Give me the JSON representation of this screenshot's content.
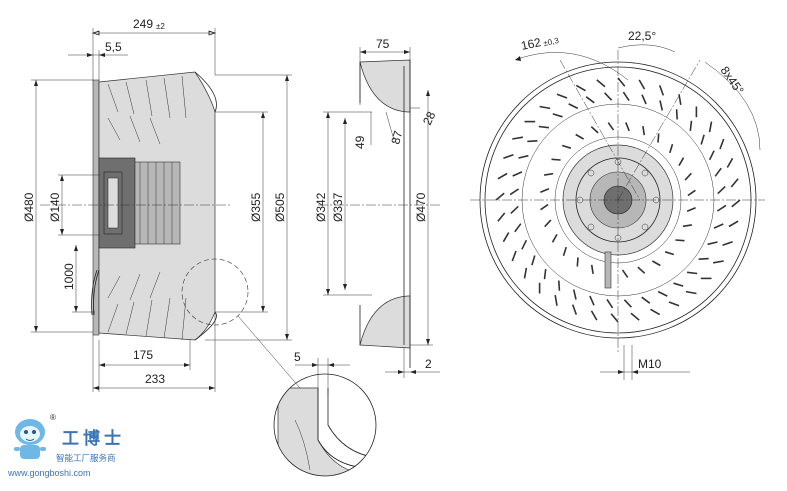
{
  "side_view": {
    "width_overall": "249",
    "width_tolerance": "±2",
    "flange_offset": "5,5",
    "depth_175": "175",
    "depth_233": "233",
    "dia_480": "Ø480",
    "dia_140": "Ø140",
    "length_1000": "1000",
    "dia_355": "Ø355",
    "dia_505": "Ø505"
  },
  "section_view": {
    "width_75": "75",
    "height_28": "28",
    "height_49": "49",
    "height_87": "87",
    "dia_342": "Ø342",
    "dia_337": "Ø337",
    "dia_470": "Ø470",
    "offset_2": "2"
  },
  "detail_view": {
    "thickness_5": "5"
  },
  "front_view": {
    "bolt_circle": "162",
    "bolt_tolerance": "±0,3",
    "angle_22": "22,5°",
    "holes": "8x45°",
    "thread": "M10"
  },
  "logo": {
    "name_cn": "工博士",
    "registered": "®",
    "subtitle_cn": "智能工厂服务商",
    "url": "www.gongboshi.com"
  }
}
